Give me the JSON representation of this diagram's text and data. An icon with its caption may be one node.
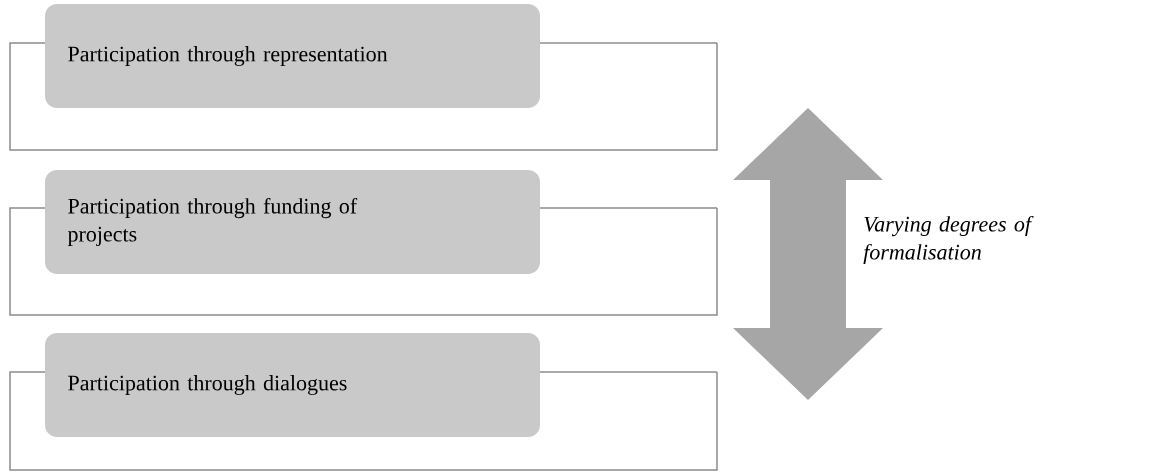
{
  "diagram": {
    "nodes": [
      {
        "text": [
          "Participation through representation"
        ]
      },
      {
        "text": [
          "Participation through funding of projects"
        ]
      },
      {
        "text": [
          "Participation through dialogues"
        ]
      }
    ],
    "labels": [
      "Varying degrees of formalisation"
    ]
  }
}
